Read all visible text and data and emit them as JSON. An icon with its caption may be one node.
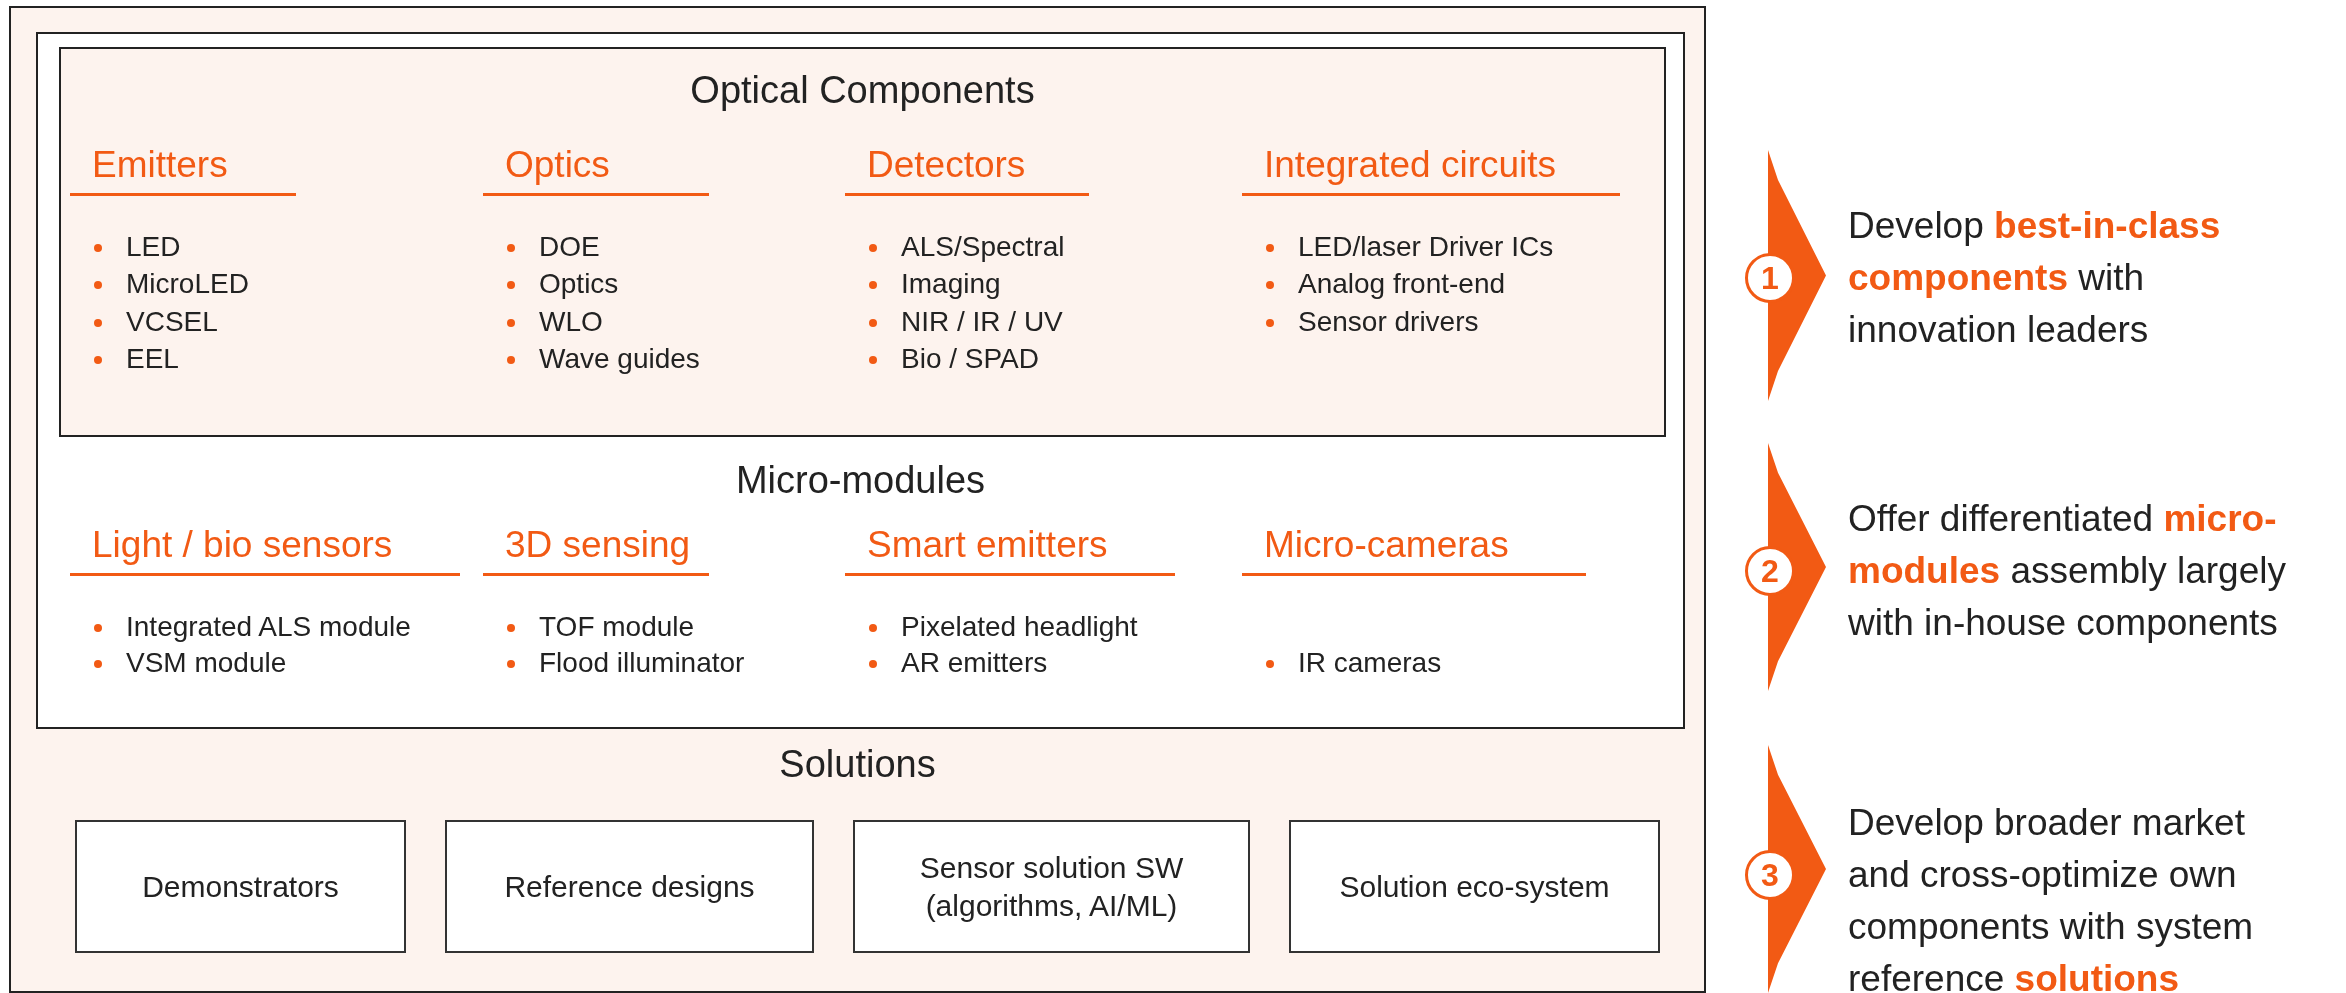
{
  "diagram": {
    "nodes": [
      {
        "text": [
          "Solutions"
        ]
      },
      {
        "text": [
          "Micro-modules"
        ],
        "in": 0
      },
      {
        "text": [
          "Optical Components"
        ],
        "in": 1
      },
      {
        "text": [
          "Demonstrators"
        ],
        "in": 0
      },
      {
        "text": [
          "Reference designs"
        ],
        "in": 0
      },
      {
        "text": [
          "Sensor solution SW (algorithms, AI/ML)"
        ],
        "in": 0
      },
      {
        "text": [
          "Solution eco-system"
        ],
        "in": 0
      },
      {
        "text": [
          "1"
        ],
        "beside": [
          "Develop **best-in-class components** with innovation leaders"
        ]
      },
      {
        "text": [
          "2"
        ],
        "beside": [
          "Offer differentiated **micro-modules** assembly largely with in-house components"
        ]
      },
      {
        "text": [
          "3"
        ],
        "beside": [
          "Develop broader market and cross-optimize own components with system reference **solutions**"
        ]
      }
    ],
    "labels": [
      "Emitters",
      "LED",
      "MicroLED",
      "VCSEL",
      "EEL",
      "Optics",
      "DOE",
      "Optics",
      "WLO",
      "Wave guides",
      "Detectors",
      "ALS/Spectral",
      "Imaging",
      "NIR / IR / UV",
      "Bio / SPAD",
      "Integrated circuits",
      "LED/laser Driver ICs",
      "Analog front-end",
      "Sensor drivers",
      "Light / bio sensors",
      "Integrated ALS module",
      "VSM module",
      "3D sensing",
      "TOF module",
      "Flood illuminator",
      "Smart emitters",
      "Pixelated headlight",
      "AR emitters",
      "Micro-cameras",
      "IR cameras"
    ]
  }
}
